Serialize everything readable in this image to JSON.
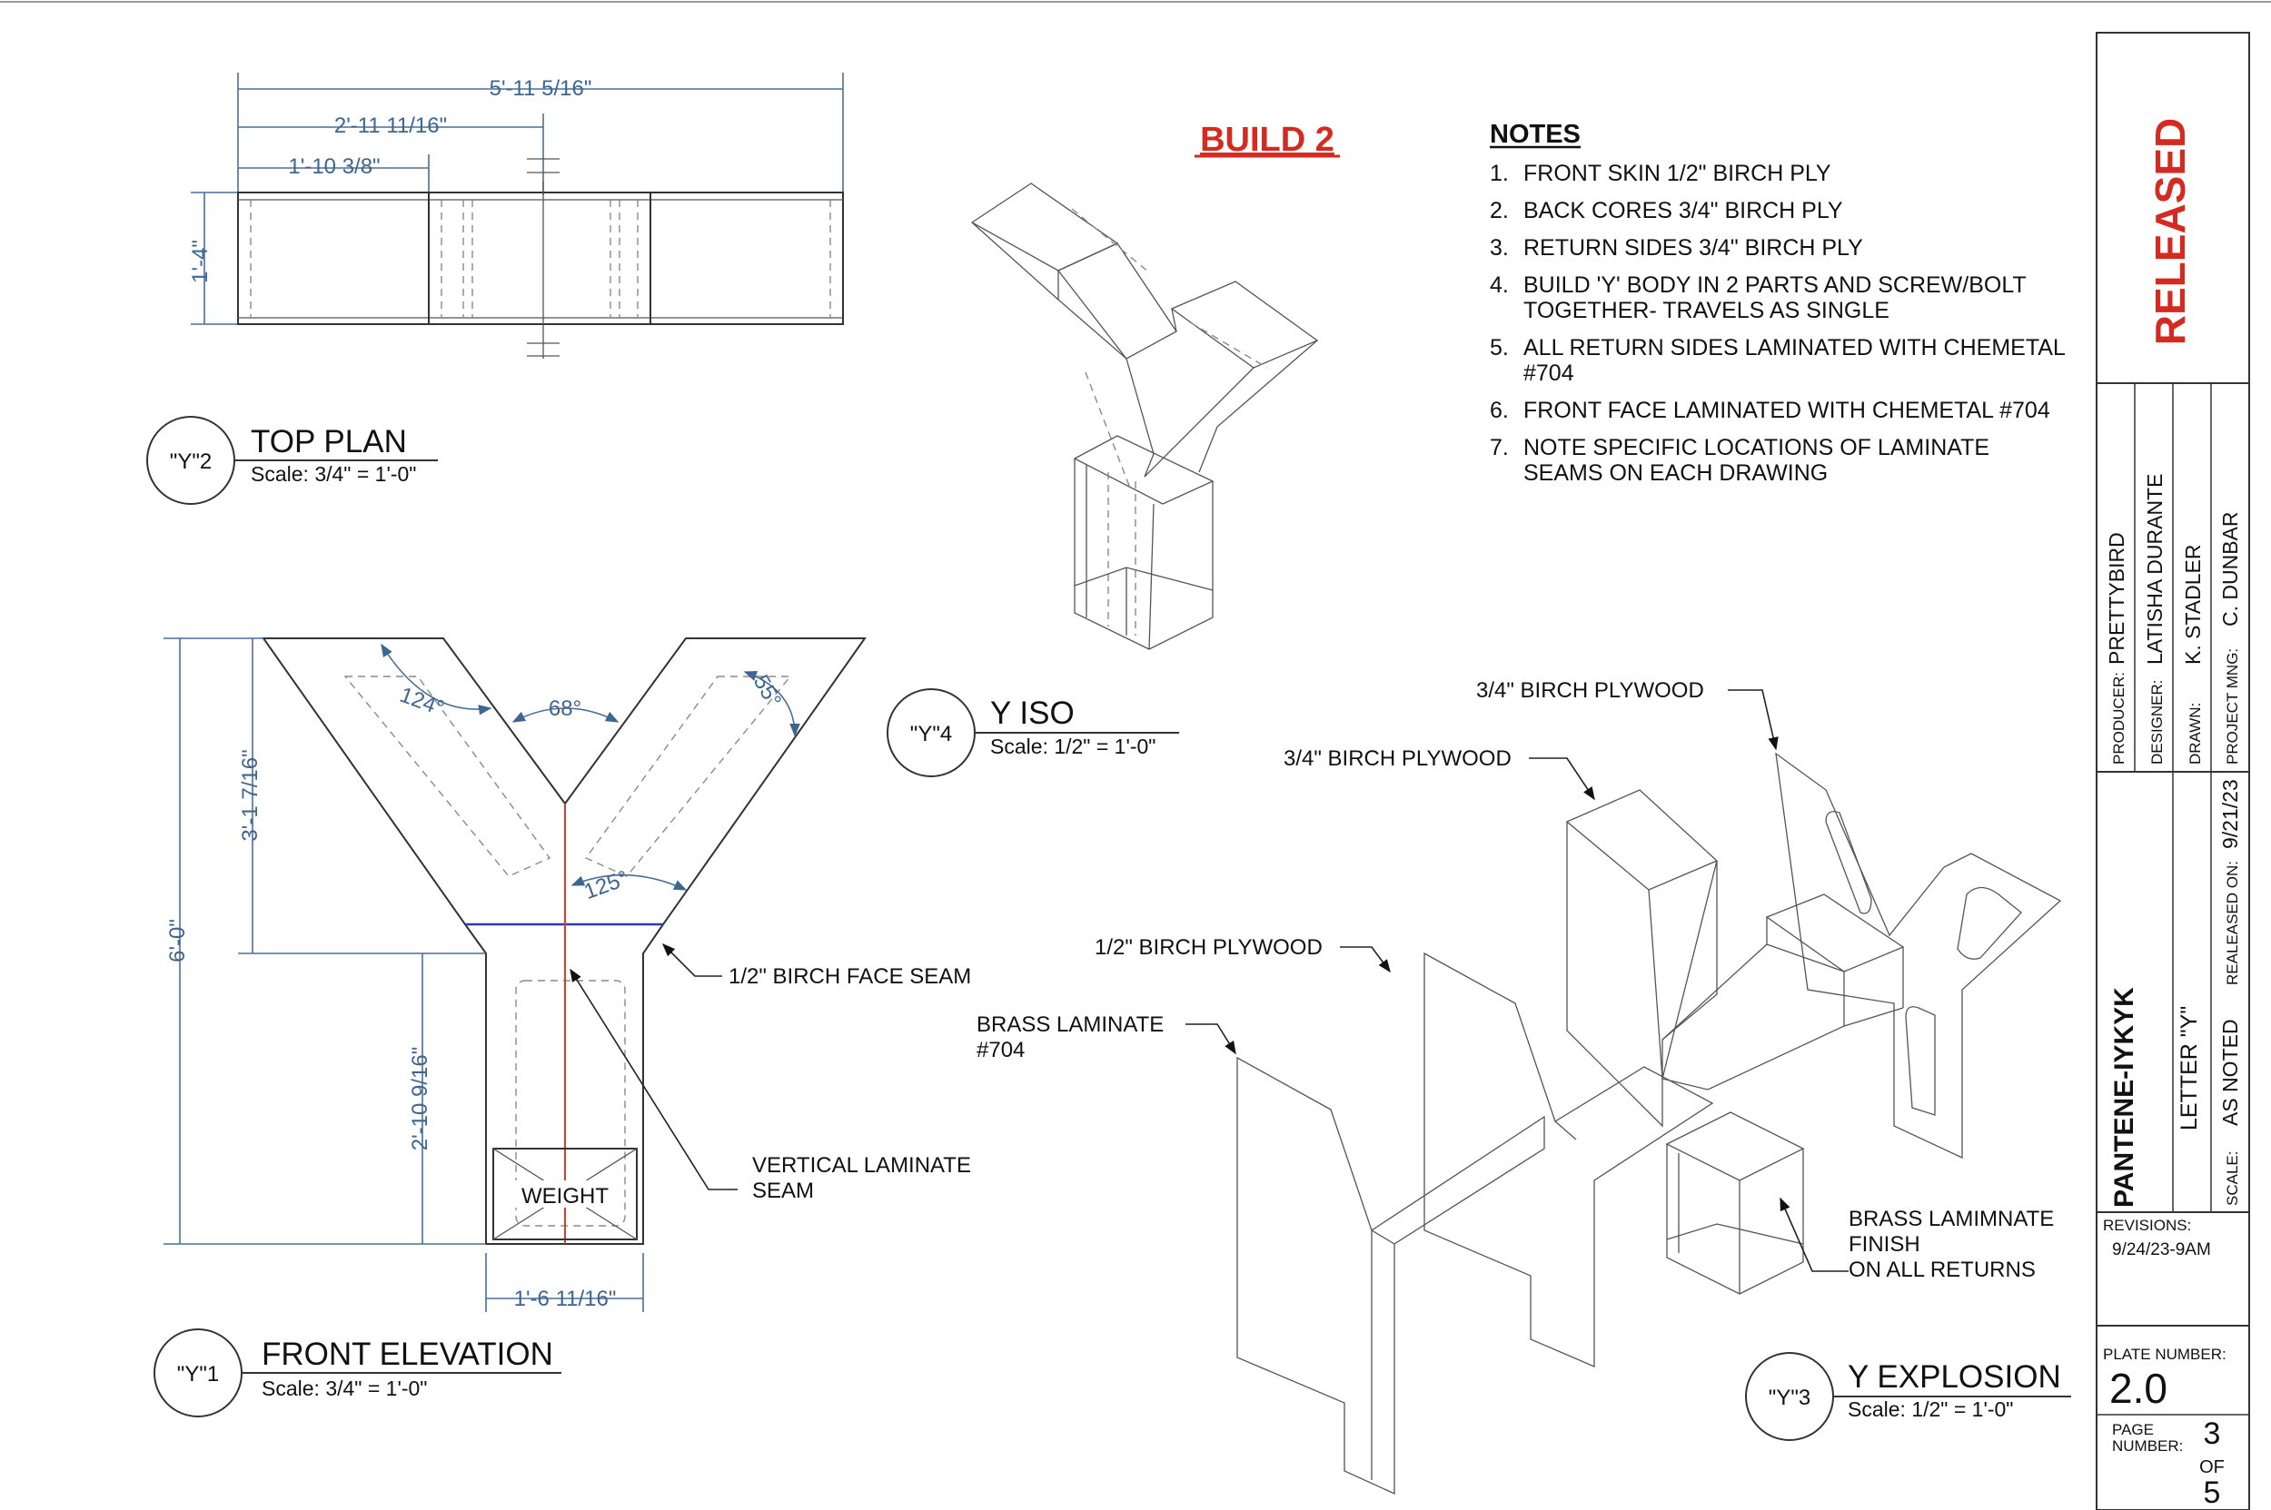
{
  "sheet": {
    "build_label": "BUILD 2",
    "released_stamp": "RELEASED"
  },
  "notes": {
    "heading": "NOTES",
    "items": [
      {
        "num": "1.",
        "lines": [
          "FRONT SKIN 1/2\" BIRCH PLY"
        ]
      },
      {
        "num": "2.",
        "lines": [
          "BACK CORES 3/4\" BIRCH PLY"
        ]
      },
      {
        "num": "3.",
        "lines": [
          "RETURN SIDES 3/4\" BIRCH PLY"
        ]
      },
      {
        "num": "4.",
        "lines": [
          "BUILD 'Y' BODY IN 2 PARTS AND SCREW/BOLT",
          "TOGETHER- TRAVELS AS SINGLE"
        ]
      },
      {
        "num": "5.",
        "lines": [
          "ALL RETURN SIDES LAMINATED WITH CHEMETAL",
          "#704"
        ]
      },
      {
        "num": "6.",
        "lines": [
          "FRONT FACE LAMINATED WITH CHEMETAL #704"
        ]
      },
      {
        "num": "7.",
        "lines": [
          "NOTE SPECIFIC LOCATIONS OF LAMINATE",
          "SEAMS ON EACH DRAWING"
        ]
      }
    ]
  },
  "views": {
    "top_plan": {
      "tag": "\"Y\"2",
      "title": "TOP PLAN",
      "scale": "Scale: 3/4\" = 1'-0\"",
      "dims": {
        "overall": "5'-11 5/16\"",
        "mid": "2'-11 11/16\"",
        "left": "1'-10 3/8\"",
        "depth": "1'-4\""
      }
    },
    "front_elevation": {
      "tag": "\"Y\"1",
      "title": "FRONT ELEVATION",
      "scale": "Scale: 3/4\" = 1'-0\"",
      "dims": {
        "total_height": "6'-0\"",
        "upper_height": "3'-1 7/16\"",
        "lower_height": "2'-10 9/16\"",
        "base_width": "1'-6 11/16\""
      },
      "angles": {
        "a1": "124°",
        "a2": "68°",
        "a3": "55°",
        "a4": "125°"
      },
      "weight_label": "WEIGHT",
      "callouts": {
        "face_seam": "1/2\" BIRCH FACE SEAM",
        "vertical_seam": [
          "VERTICAL LAMINATE",
          "SEAM"
        ]
      }
    },
    "iso": {
      "tag": "\"Y\"4",
      "title": "Y ISO",
      "scale": "Scale: 1/2\" = 1'-0\""
    },
    "explosion": {
      "tag": "\"Y\"3",
      "title": "Y EXPLOSION",
      "scale": "Scale: 1/2\" = 1'-0\"",
      "callouts": {
        "ply_top": "3/4\" BIRCH PLYWOOD",
        "ply_mid": "3/4\" BIRCH PLYWOOD",
        "ply_half": "1/2\" BIRCH PLYWOOD",
        "brass_laminate": [
          "BRASS LAMINATE",
          "#704"
        ],
        "brass_finish": [
          "BRASS LAMIMNATE",
          "FINISH",
          "ON ALL RETURNS"
        ]
      }
    }
  },
  "title_block": {
    "producer_label": "PRODUCER:",
    "producer": "PRETTYBIRD",
    "designer_label": "DESIGNER:",
    "designer": "LATISHA DURANTE",
    "drawn_label": "DRAWN:",
    "drawn": "K. STADLER",
    "pm_label": "PROJECT MNG:",
    "pm": "C. DUNBAR",
    "released_label": "REALEASED ON:",
    "released": "9/21/23",
    "project": "PANTENE-IYKYK",
    "sheet_name": "LETTER \"Y\"",
    "scale_label": "SCALE:",
    "scale": "AS NOTED",
    "revisions_label": "REVISIONS:",
    "revision": "9/24/23-9AM",
    "plate_label": "PLATE NUMBER:",
    "plate": "2.0",
    "page_label_1": "PAGE",
    "page_label_2": "NUMBER:",
    "page": "3",
    "of_label": "OF",
    "total": "5"
  },
  "colors": {
    "dimension": "#3d6690",
    "stamp": "#d42a1f",
    "seam_red": "#e03a2a",
    "seam_blue": "#2b3aa8"
  }
}
